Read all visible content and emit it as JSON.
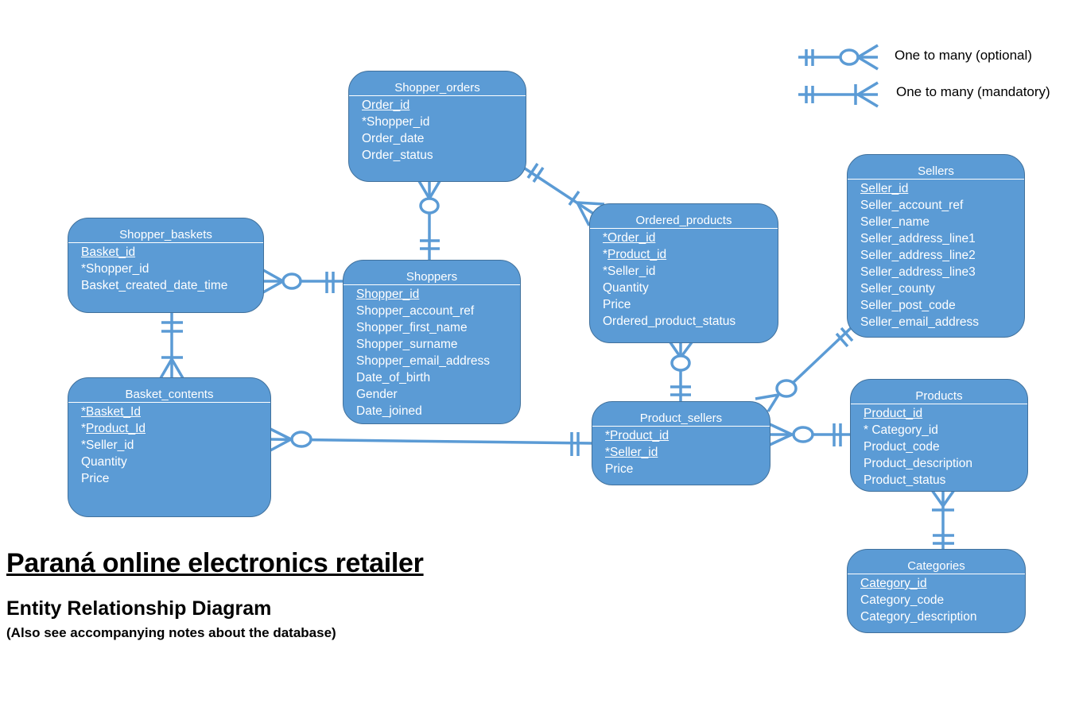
{
  "legend": {
    "optional_label": "One to many (optional)",
    "mandatory_label": "One to many (mandatory)"
  },
  "title": "Paraná online electronics retailer",
  "subtitle": "Entity Relationship Diagram",
  "note": "(Also see accompanying notes about the database)",
  "colors": {
    "entity_fill": "#5b9bd5",
    "entity_border": "#41719c",
    "connector": "#5b9bd5",
    "entity_text": "#ffffff"
  },
  "entities": {
    "shopper_orders": {
      "name": "Shopper_orders",
      "attributes": [
        {
          "prefix": "",
          "key": "Order_id",
          "rest": ""
        },
        {
          "prefix": "*Shopper_id",
          "key": "",
          "rest": ""
        },
        {
          "prefix": "Order_date",
          "key": "",
          "rest": ""
        },
        {
          "prefix": "Order_status",
          "key": "",
          "rest": ""
        }
      ]
    },
    "shopper_baskets": {
      "name": "Shopper_baskets",
      "attributes": [
        {
          "prefix": "",
          "key": "Basket_id",
          "rest": ""
        },
        {
          "prefix": "*Shopper_id",
          "key": "",
          "rest": ""
        },
        {
          "prefix": "Basket_created_date_time",
          "key": "",
          "rest": ""
        }
      ]
    },
    "shoppers": {
      "name": "Shoppers",
      "attributes": [
        {
          "prefix": "",
          "key": "Shopper_id",
          "rest": ""
        },
        {
          "prefix": "Shopper_account_ref",
          "key": "",
          "rest": ""
        },
        {
          "prefix": "Shopper_first_name",
          "key": "",
          "rest": ""
        },
        {
          "prefix": "Shopper_surname",
          "key": "",
          "rest": ""
        },
        {
          "prefix": "Shopper_email_address",
          "key": "",
          "rest": ""
        },
        {
          "prefix": "Date_of_birth",
          "key": "",
          "rest": ""
        },
        {
          "prefix": "Gender",
          "key": "",
          "rest": ""
        },
        {
          "prefix": "Date_joined",
          "key": "",
          "rest": ""
        }
      ]
    },
    "ordered_products": {
      "name": "Ordered_products",
      "attributes": [
        {
          "prefix": "",
          "key": "*Order_id",
          "rest": ""
        },
        {
          "prefix": "*",
          "key": "Product_id",
          "rest": ""
        },
        {
          "prefix": "*Seller_id",
          "key": "",
          "rest": ""
        },
        {
          "prefix": "Quantity",
          "key": "",
          "rest": ""
        },
        {
          "prefix": "Price",
          "key": "",
          "rest": ""
        },
        {
          "prefix": "Ordered_product_status",
          "key": "",
          "rest": ""
        }
      ]
    },
    "sellers": {
      "name": "Sellers",
      "attributes": [
        {
          "prefix": "",
          "key": "Seller_id",
          "rest": ""
        },
        {
          "prefix": "Seller_account_ref",
          "key": "",
          "rest": ""
        },
        {
          "prefix": "Seller_name",
          "key": "",
          "rest": ""
        },
        {
          "prefix": "Seller_address_line1",
          "key": "",
          "rest": ""
        },
        {
          "prefix": "Seller_address_line2",
          "key": "",
          "rest": ""
        },
        {
          "prefix": "Seller_address_line3",
          "key": "",
          "rest": ""
        },
        {
          "prefix": "Seller_county",
          "key": "",
          "rest": ""
        },
        {
          "prefix": "Seller_post_code",
          "key": "",
          "rest": ""
        },
        {
          "prefix": "Seller_email_address",
          "key": "",
          "rest": ""
        }
      ]
    },
    "basket_contents": {
      "name": "Basket_contents",
      "attributes": [
        {
          "prefix": "",
          "key": "*Basket_Id",
          "rest": ""
        },
        {
          "prefix": "*",
          "key": "Product_Id",
          "rest": ""
        },
        {
          "prefix": "*Seller_id",
          "key": "",
          "rest": ""
        },
        {
          "prefix": "Quantity",
          "key": "",
          "rest": ""
        },
        {
          "prefix": "Price",
          "key": "",
          "rest": ""
        }
      ]
    },
    "product_sellers": {
      "name": "Product_sellers",
      "attributes": [
        {
          "prefix": "",
          "key": "*Product_id",
          "rest": ""
        },
        {
          "prefix": "",
          "key": "*Seller_id",
          "rest": ""
        },
        {
          "prefix": "Price",
          "key": "",
          "rest": ""
        }
      ]
    },
    "products": {
      "name": "Products",
      "attributes": [
        {
          "prefix": "",
          "key": "Product_id",
          "rest": ""
        },
        {
          "prefix": "* Category_id",
          "key": "",
          "rest": ""
        },
        {
          "prefix": "Product_code",
          "key": "",
          "rest": ""
        },
        {
          "prefix": "Product_description",
          "key": "",
          "rest": ""
        },
        {
          "prefix": "Product_status",
          "key": "",
          "rest": ""
        }
      ]
    },
    "categories": {
      "name": "Categories",
      "attributes": [
        {
          "prefix": "",
          "key": "Category_id",
          "rest": ""
        },
        {
          "prefix": "Category_code",
          "key": "",
          "rest": ""
        },
        {
          "prefix": "Category_description",
          "key": "",
          "rest": ""
        }
      ]
    }
  },
  "relationships": [
    {
      "one": "Shoppers",
      "many": "Shopper_orders",
      "type": "optional"
    },
    {
      "one": "Shoppers",
      "many": "Shopper_baskets",
      "type": "optional"
    },
    {
      "one": "Shopper_baskets",
      "many": "Basket_contents",
      "type": "mandatory"
    },
    {
      "one": "Shopper_orders",
      "many": "Ordered_products",
      "type": "mandatory"
    },
    {
      "one": "Product_sellers",
      "many": "Ordered_products",
      "type": "optional"
    },
    {
      "one": "Product_sellers",
      "many": "Basket_contents",
      "type": "optional"
    },
    {
      "one": "Sellers",
      "many": "Product_sellers",
      "type": "optional"
    },
    {
      "one": "Products",
      "many": "Product_sellers",
      "type": "optional"
    },
    {
      "one": "Categories",
      "many": "Products",
      "type": "mandatory"
    }
  ]
}
